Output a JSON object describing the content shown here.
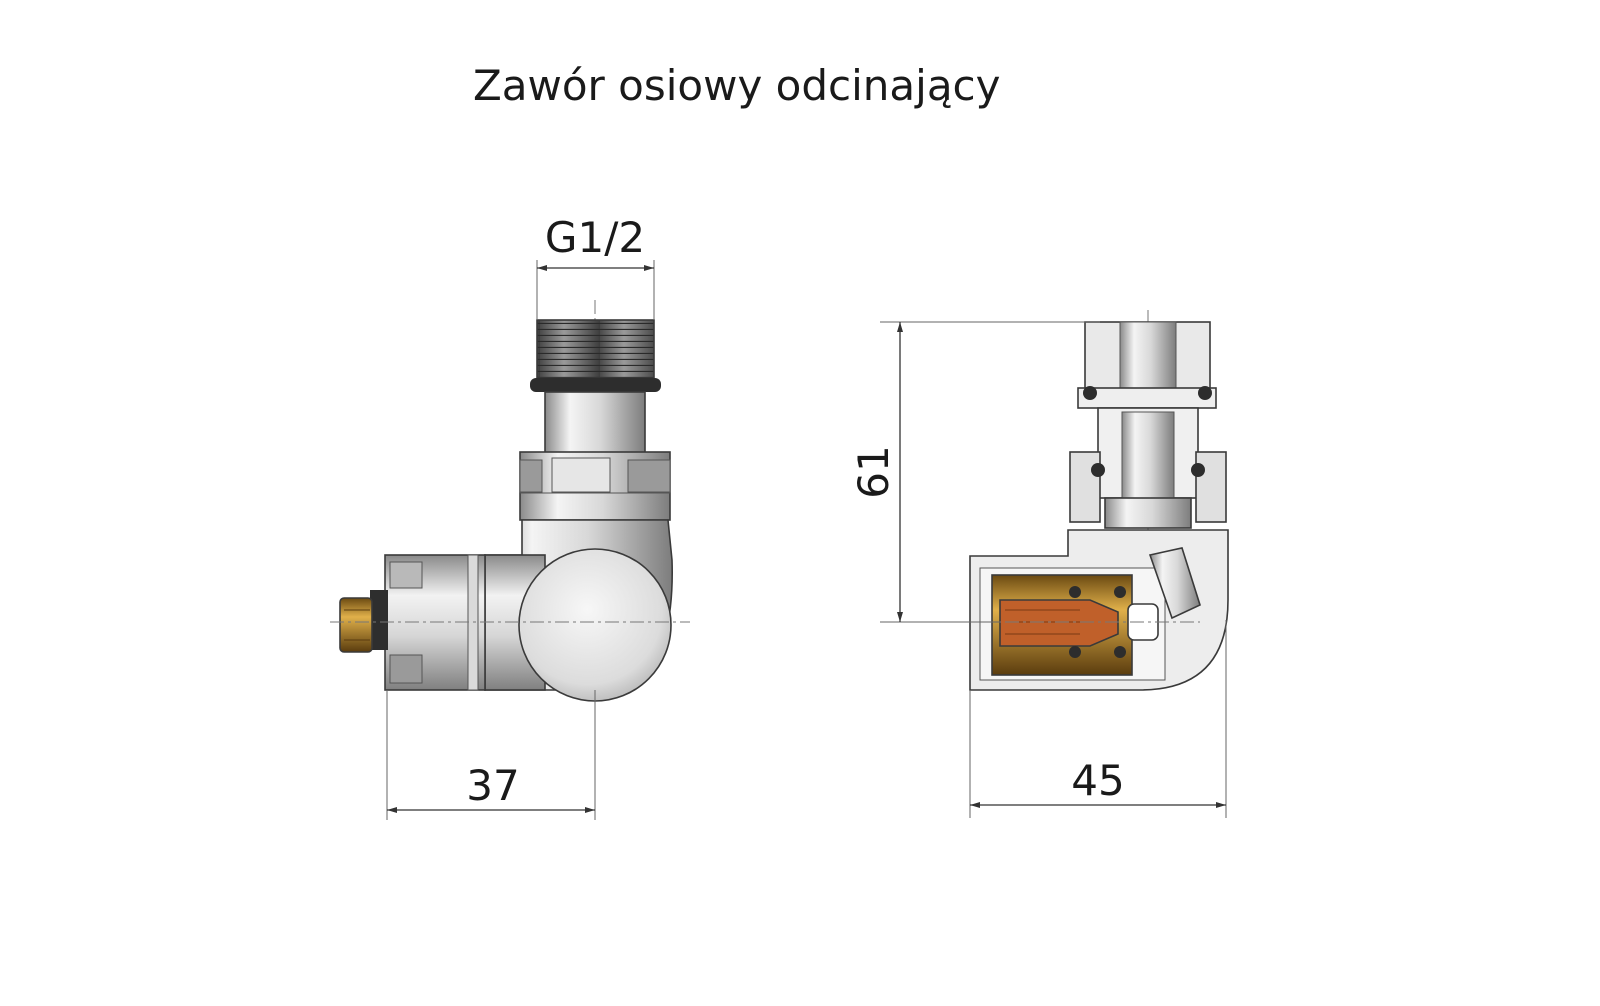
{
  "title": "Zawór osiowy odcinający",
  "dimensions": {
    "thread": "G1/2",
    "side_width": "37",
    "section_height": "61",
    "section_width": "45"
  },
  "colors": {
    "metal_light": "#efefef",
    "metal_mid": "#cfcfcf",
    "metal_dark": "#7a7a7a",
    "brass": "#c08a2a",
    "copper": "#c0602a",
    "line": "#333333"
  }
}
